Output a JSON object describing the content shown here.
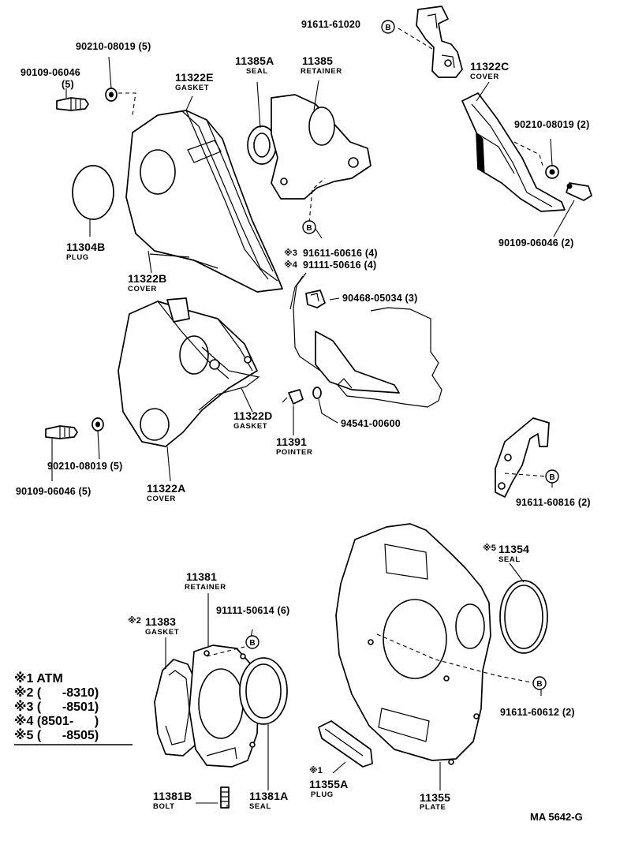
{
  "parts": {
    "p91611_61020": "91611-61020",
    "p90210_top": "90210-08019 (5)",
    "p90109_top": "90109-06046",
    "p90109_top_qty": "(5)",
    "p11385A": "11385A",
    "p11385A_name": "SEAL",
    "p11385": "11385",
    "p11385_name": "RETAINER",
    "p11322E": "11322E",
    "p11322E_name": "GASKET",
    "p11322C": "11322C",
    "p11322C_name": "COVER",
    "p90210_right": "90210-08019 (2)",
    "p90109_right": "90109-06046 (2)",
    "p11304B": "11304B",
    "p11304B_name": "PLUG",
    "p11322B": "11322B",
    "p11322B_name": "COVER",
    "p91611_60616_mark": "※3",
    "p91611_60616": "91611-60616 (4)",
    "p91111_50616_mark": "※4",
    "p91111_50616": "91111-50616 (4)",
    "p90468": "90468-05034 (3)",
    "p11322D": "11322D",
    "p11322D_name": "GASKET",
    "p94541": "94541-00600",
    "p11391": "11391",
    "p11391_name": "POINTER",
    "p90210_mid": "90210-08019 (5)",
    "p90109_mid": "90109-06046 (5)",
    "p11322A": "11322A",
    "p11322A_name": "COVER",
    "p91611_60816": "91611-60816 (2)",
    "p11354_mark": "※5",
    "p11354": "11354",
    "p11354_name": "SEAL",
    "p11381": "11381",
    "p11381_name": "RETAINER",
    "p11383_mark": "※2",
    "p11383": "11383",
    "p11383_name": "GASKET",
    "p91111_50614": "91111-50614 (6)",
    "p91611_60612": "91611-60612 (2)",
    "p11355A_mark": "※1",
    "p11355A": "11355A",
    "p11355A_name": "PLUG",
    "p11355": "11355",
    "p11355_name": "PLATE",
    "p11381B": "11381B",
    "p11381B_name": "BOLT",
    "p11381A": "11381A",
    "p11381A_name": "SEAL"
  },
  "bolt_symbol": "B",
  "notes": [
    {
      "mark": "※1",
      "text": "ATM"
    },
    {
      "mark": "※2",
      "text": "(      -8310)"
    },
    {
      "mark": "※3",
      "text": "(      -8501)"
    },
    {
      "mark": "※4",
      "text": "(8501-      )"
    },
    {
      "mark": "※5",
      "text": "(      -8505)"
    }
  ],
  "figure_ref": "MA 5642-G"
}
